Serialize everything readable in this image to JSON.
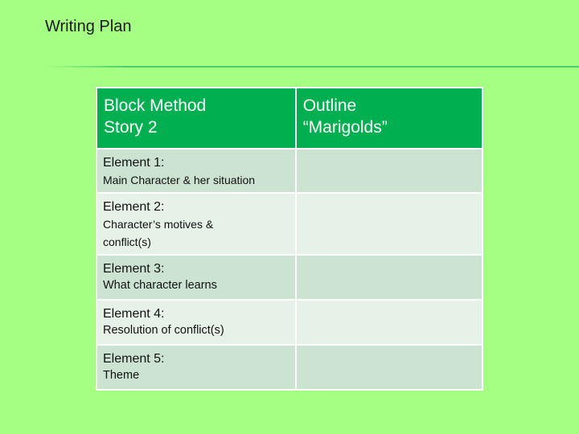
{
  "slide": {
    "title": "Writing Plan"
  },
  "table": {
    "headers": [
      {
        "line1": "Block Method",
        "line2": "Story 2"
      },
      {
        "line1": "Outline",
        "line2": "“Marigolds”"
      }
    ],
    "rows": [
      {
        "label": "Element 1:",
        "desc": "Main Character & her situation",
        "value": ""
      },
      {
        "label": "Element 2:",
        "desc": "Character’s motives & conflict(s)",
        "value": ""
      },
      {
        "label": "Element 3:",
        "desc": "What character learns",
        "value": ""
      },
      {
        "label": "Element 4:",
        "desc": "Resolution of conflict(s)",
        "value": ""
      },
      {
        "label": "Element 5:",
        "desc": "Theme",
        "value": ""
      }
    ]
  },
  "colors": {
    "background": "#a4ff82",
    "header_fill": "#00b050",
    "row_dark": "#cce3d1",
    "row_light": "#e6f1e8",
    "divider": "#4ccf6a"
  }
}
